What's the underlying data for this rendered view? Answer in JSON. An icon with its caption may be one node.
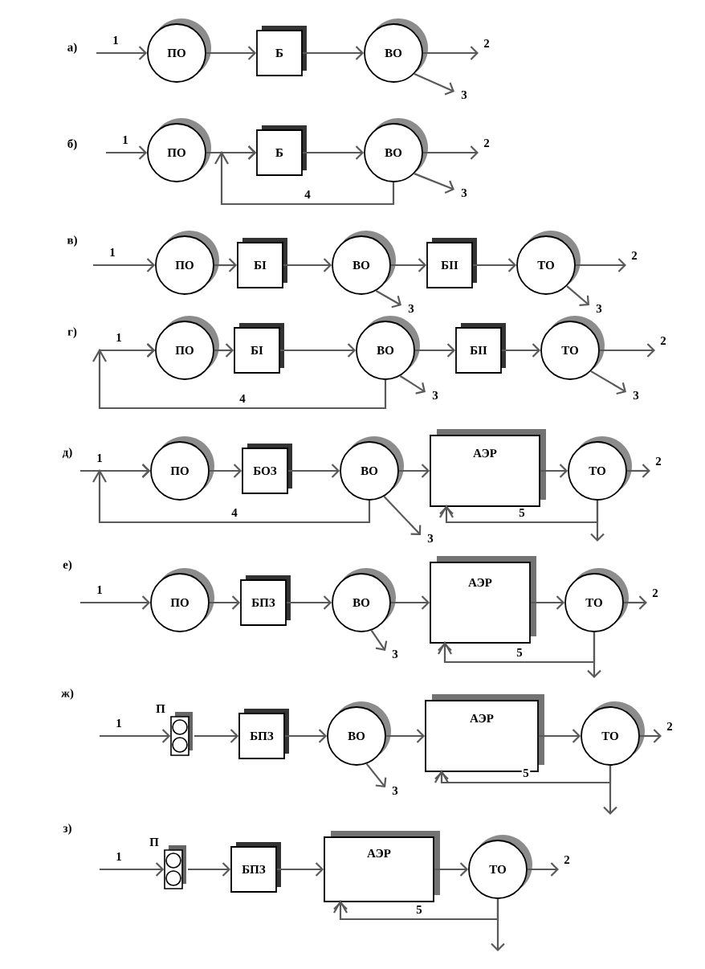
{
  "diagram": {
    "nodes": [
      {
        "text": [
          "ПО"
        ]
      },
      {
        "text": [
          "Б"
        ]
      },
      {
        "text": [
          "ВО"
        ]
      },
      {
        "text": [
          "ПО"
        ]
      },
      {
        "text": [
          "Б"
        ]
      },
      {
        "text": [
          "ВО"
        ]
      },
      {
        "text": [
          "ПО"
        ]
      },
      {
        "text": [
          "БI"
        ]
      },
      {
        "text": [
          "ВО"
        ]
      },
      {
        "text": [
          "БII"
        ]
      },
      {
        "text": [
          "ТО"
        ]
      },
      {
        "text": [
          "ПО"
        ]
      },
      {
        "text": [
          "БI"
        ]
      },
      {
        "text": [
          "ВО"
        ]
      },
      {
        "text": [
          "БII"
        ]
      },
      {
        "text": [
          "ТО"
        ]
      },
      {
        "text": [
          "ПО"
        ]
      },
      {
        "text": [
          "БОЗ"
        ]
      },
      {
        "text": [
          "ВО"
        ]
      },
      {
        "text": [
          "АЭР"
        ]
      },
      {
        "text": [
          "ТО"
        ]
      },
      {
        "text": [
          "ПО"
        ]
      },
      {
        "text": [
          "БПЗ"
        ]
      },
      {
        "text": [
          "ВО"
        ]
      },
      {
        "text": [
          "АЭР"
        ]
      },
      {
        "text": [
          "ТО"
        ]
      },
      {
        "text": [],
        "shape": "box",
        "beside": [
          "П"
        ]
      },
      {
        "text": [
          "БПЗ"
        ]
      },
      {
        "text": [
          "ВО"
        ]
      },
      {
        "text": [
          "АЭР"
        ]
      },
      {
        "text": [
          "ТО"
        ]
      },
      {
        "text": [],
        "shape": "box",
        "beside": [
          "П"
        ]
      },
      {
        "text": [
          "БПЗ"
        ]
      },
      {
        "text": [
          "АЭР"
        ]
      },
      {
        "text": [
          "ТО"
        ]
      }
    ],
    "edges": [
      {
        "from": null,
        "to": 0,
        "arrow": "to",
        "label": "1"
      },
      {
        "from": 0,
        "to": 1,
        "arrow": "to"
      },
      {
        "from": 1,
        "to": 2,
        "arrow": "to"
      },
      {
        "from": 2,
        "to": null,
        "arrow": "to",
        "label": "2"
      },
      {
        "from": 2,
        "to": null,
        "arrow": "to",
        "label": "3"
      },
      {
        "from": null,
        "to": 3,
        "arrow": "to",
        "label": "1"
      },
      {
        "from": 3,
        "to": 4,
        "arrow": "to"
      },
      {
        "from": 4,
        "to": 5,
        "arrow": "to"
      },
      {
        "from": 5,
        "to": null,
        "arrow": "to",
        "label": "2"
      },
      {
        "from": 5,
        "to": null,
        "arrow": "to",
        "label": "3"
      },
      {
        "from": 5,
        "to": 4,
        "arrow": "to",
        "label": "4"
      },
      {
        "from": null,
        "to": 6,
        "arrow": "to",
        "label": "1"
      },
      {
        "from": 6,
        "to": 7,
        "arrow": "to"
      },
      {
        "from": 7,
        "to": 8,
        "arrow": "to"
      },
      {
        "from": 8,
        "to": 9,
        "arrow": "to"
      },
      {
        "from": 9,
        "to": 10,
        "arrow": "to"
      },
      {
        "from": 10,
        "to": null,
        "arrow": "to",
        "label": "2"
      },
      {
        "from": 8,
        "to": null,
        "arrow": "to",
        "label": "3"
      },
      {
        "from": 10,
        "to": null,
        "arrow": "to",
        "label": "3"
      },
      {
        "from": null,
        "to": 11,
        "arrow": "to",
        "label": "1"
      },
      {
        "from": 11,
        "to": 12,
        "arrow": "to"
      },
      {
        "from": 12,
        "to": 13,
        "arrow": "to"
      },
      {
        "from": 13,
        "to": 14,
        "arrow": "to"
      },
      {
        "from": 14,
        "to": 15,
        "arrow": "to"
      },
      {
        "from": 15,
        "to": null,
        "arrow": "to",
        "label": "2"
      },
      {
        "from": 13,
        "to": null,
        "arrow": "to",
        "label": "3"
      },
      {
        "from": 15,
        "to": null,
        "arrow": "to",
        "label": "3"
      },
      {
        "from": 13,
        "to": 11,
        "arrow": "to",
        "label": "4"
      },
      {
        "from": null,
        "to": 16,
        "arrow": "to",
        "label": "1"
      },
      {
        "from": 16,
        "to": 17,
        "arrow": "to"
      },
      {
        "from": 17,
        "to": 18,
        "arrow": "to"
      },
      {
        "from": 18,
        "to": 19,
        "arrow": "to"
      },
      {
        "from": 19,
        "to": 20,
        "arrow": "to"
      },
      {
        "from": 20,
        "to": null,
        "arrow": "to",
        "label": "2"
      },
      {
        "from": 18,
        "to": null,
        "arrow": "to",
        "label": "3"
      },
      {
        "from": 18,
        "to": 16,
        "arrow": "to",
        "label": "4"
      },
      {
        "from": 20,
        "to": 19,
        "arrow": "to",
        "label": "5"
      },
      {
        "from": 20,
        "to": null,
        "arrow": "to"
      },
      {
        "from": null,
        "to": 21,
        "arrow": "to",
        "label": "1"
      },
      {
        "from": 21,
        "to": 22,
        "arrow": "to"
      },
      {
        "from": 22,
        "to": 23,
        "arrow": "to"
      },
      {
        "from": 23,
        "to": 24,
        "arrow": "to"
      },
      {
        "from": 24,
        "to": 25,
        "arrow": "to"
      },
      {
        "from": 25,
        "to": null,
        "arrow": "to",
        "label": "2"
      },
      {
        "from": 23,
        "to": null,
        "arrow": "to",
        "label": "3"
      },
      {
        "from": 25,
        "to": 24,
        "arrow": "to",
        "label": "5"
      },
      {
        "from": 25,
        "to": null,
        "arrow": "to"
      },
      {
        "from": null,
        "to": 26,
        "arrow": "to",
        "label": "1"
      },
      {
        "from": 26,
        "to": 27,
        "arrow": "to"
      },
      {
        "from": 27,
        "to": 28,
        "arrow": "to"
      },
      {
        "from": 28,
        "to": 29,
        "arrow": "to"
      },
      {
        "from": 29,
        "to": 30,
        "arrow": "to"
      },
      {
        "from": 30,
        "to": null,
        "arrow": "to",
        "label": "2"
      },
      {
        "from": 28,
        "to": null,
        "arrow": "to",
        "label": "3"
      },
      {
        "from": 30,
        "to": 29,
        "arrow": "to",
        "label": "5"
      },
      {
        "from": 30,
        "to": null,
        "arrow": "to"
      },
      {
        "from": null,
        "to": 31,
        "arrow": "to",
        "label": "1"
      },
      {
        "from": 31,
        "to": 32,
        "arrow": "to"
      },
      {
        "from": 32,
        "to": 33,
        "arrow": "to"
      },
      {
        "from": 33,
        "to": 34,
        "arrow": "to"
      },
      {
        "from": 34,
        "to": null,
        "arrow": "to",
        "label": "2"
      },
      {
        "from": 34,
        "to": 33,
        "arrow": "to",
        "label": "5"
      },
      {
        "from": 34,
        "to": null,
        "arrow": "to"
      }
    ],
    "labels": [
      "а)",
      "б)",
      "в)",
      "г)",
      "д)",
      "е)",
      "ж)",
      "з)"
    ]
  }
}
